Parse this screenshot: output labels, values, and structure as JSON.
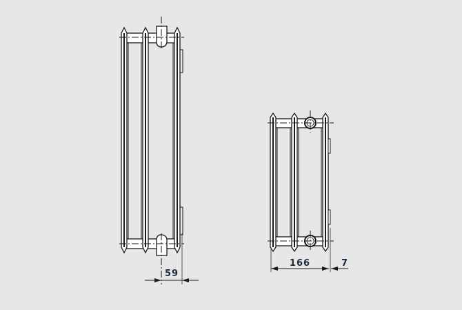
{
  "drawings": {
    "side_view_tall": {
      "dimension_label": "59"
    },
    "side_view_short": {
      "width_label": "166",
      "offset_label": "7"
    }
  }
}
